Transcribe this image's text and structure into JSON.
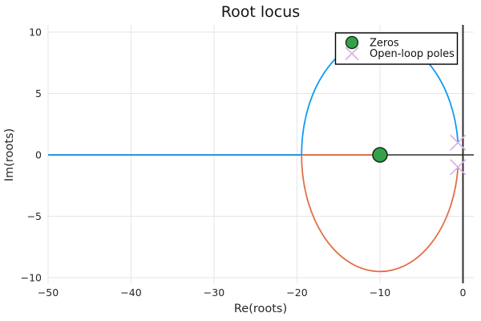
{
  "chart_data": {
    "type": "line",
    "subtype": "root_locus",
    "title": "Root locus",
    "xlabel": "Re(roots)",
    "ylabel": "Im(roots)",
    "xlim": [
      -50,
      1.3
    ],
    "ylim": [
      -10.6,
      10.6
    ],
    "grid": true,
    "frame_style": "zerolines",
    "x_ticks": {
      "values": [
        -50,
        -40,
        -30,
        -20,
        -10,
        0
      ],
      "labels": [
        "−50",
        "−40",
        "−30",
        "−20",
        "−10",
        "0"
      ]
    },
    "y_ticks": {
      "values": [
        10,
        5,
        0,
        -5,
        -10
      ],
      "labels": [
        "10",
        "5",
        "0",
        "−5",
        "−10"
      ]
    },
    "series": [
      {
        "name": "locus-branch-upper",
        "color": "#109aef",
        "points": [
          [
            -0.6,
            1.0
          ],
          [
            -2,
            5.0
          ],
          [
            -5,
            8.0
          ],
          [
            -10,
            9.45
          ],
          [
            -15,
            8.0
          ],
          [
            -18,
            5.0
          ],
          [
            -19.45,
            0.0
          ],
          [
            -30,
            0.0
          ],
          [
            -40,
            0.0
          ],
          [
            -50,
            0.0
          ]
        ]
      },
      {
        "name": "locus-branch-lower",
        "color": "#e26f46",
        "points": [
          [
            -0.6,
            -1.0
          ],
          [
            -2,
            -5.0
          ],
          [
            -5,
            -8.0
          ],
          [
            -10,
            -9.45
          ],
          [
            -15,
            -8.0
          ],
          [
            -18,
            -5.0
          ],
          [
            -19.45,
            0.0
          ],
          [
            -10,
            0.0
          ]
        ]
      }
    ],
    "locus_circle": {
      "center_re": -10.0,
      "center_im": 0.0,
      "radius": 9.45
    },
    "markers": {
      "zeros": {
        "shape": "circle",
        "color": "#35a04a",
        "edge_color": "#12351a",
        "points": [
          [
            -10.0,
            0.0
          ]
        ]
      },
      "open_loop_poles": {
        "shape": "x",
        "color": "#dcaee8",
        "points": [
          [
            -0.6,
            1.0
          ],
          [
            -0.6,
            -1.0
          ]
        ]
      }
    },
    "legend": {
      "position": "top-right",
      "entries": [
        {
          "label": "Zeros",
          "marker": "circle",
          "color": "#35a04a"
        },
        {
          "label": "Open-loop poles",
          "marker": "x",
          "color": "#dcaee8"
        }
      ]
    },
    "zero_line_color": "#2e2e2e",
    "grid_color": "#e6e6e6"
  }
}
